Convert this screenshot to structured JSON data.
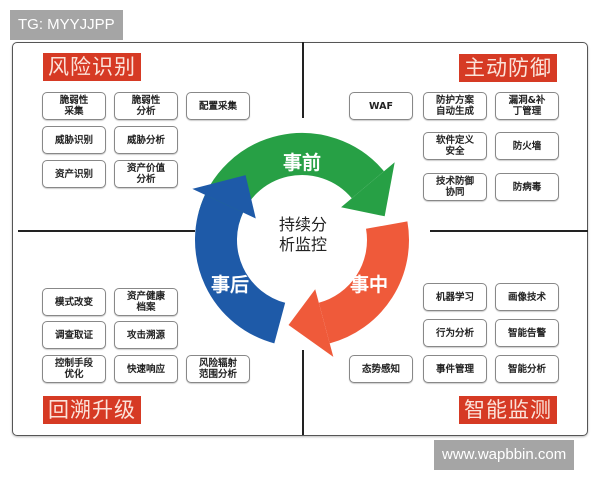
{
  "watermarks": {
    "top": "TG: MYYJJPP",
    "bottom": "www.wapbbin.com"
  },
  "quadrants": {
    "top_left": {
      "title": "风险识别",
      "items": [
        "脆弱性\n采集",
        "脆弱性\n分析",
        "配置采集",
        "威胁识别",
        "威胁分析",
        "资产识别",
        "资产价值\n分析"
      ]
    },
    "top_right": {
      "title": "主动防御",
      "items": [
        "WAF",
        "防护方案\n自动生成",
        "漏洞&补\n丁管理",
        "软件定义\n安全",
        "防火墙",
        "技术防御\n协同",
        "防病毒"
      ]
    },
    "bottom_left": {
      "title": "回溯升级",
      "items": [
        "模式改变",
        "资产健康\n档案",
        "调查取证",
        "攻击溯源",
        "控制手段\n优化",
        "快速响应",
        "风险辐射\n范围分析"
      ]
    },
    "bottom_right": {
      "title": "智能监测",
      "items": [
        "机器学习",
        "画像技术",
        "行为分析",
        "智能告警",
        "态势感知",
        "事件管理",
        "智能分析"
      ]
    }
  },
  "cycle": {
    "center": "持续分\n析监控",
    "before": "事前",
    "during": "事中",
    "after": "事后",
    "colors": {
      "before": "#27a045",
      "during": "#ef5a3a",
      "after": "#1e5aa8"
    }
  }
}
